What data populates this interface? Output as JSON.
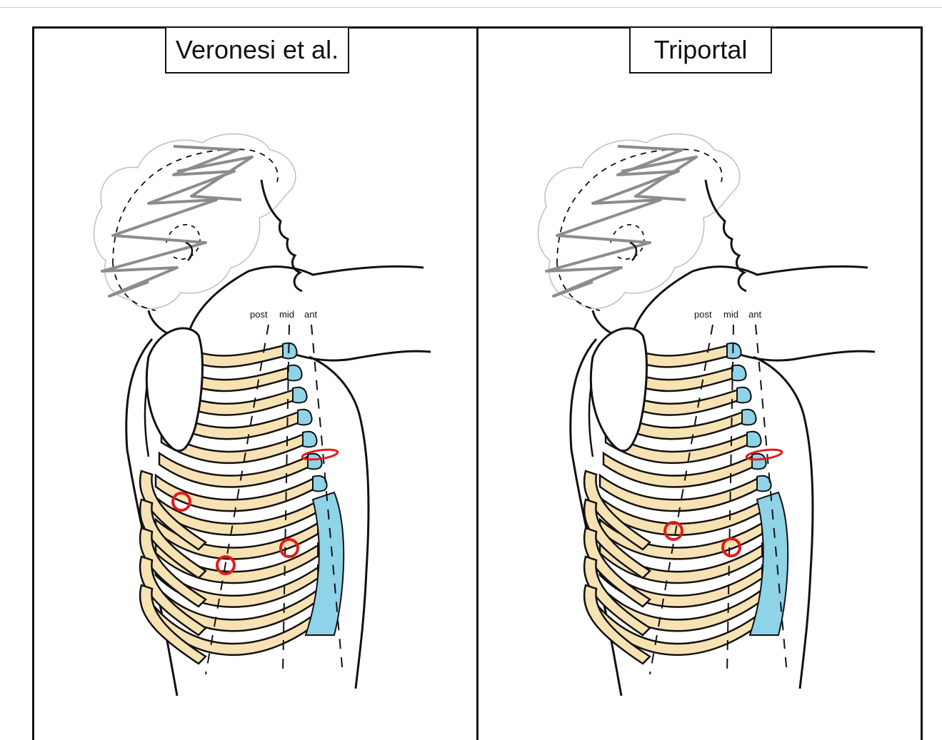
{
  "panels": [
    {
      "title": "Veronesi et al.",
      "line_labels": {
        "post": "post",
        "mid": "mid",
        "ant": "ant"
      },
      "port_count": 4
    },
    {
      "title": "Triportal",
      "line_labels": {
        "post": "post",
        "mid": "mid",
        "ant": "ant"
      },
      "port_count": 3
    }
  ],
  "colors": {
    "rib": "#f7e2b3",
    "cartilage": "#8fd3e8",
    "port": "#e51a1a",
    "outline": "#111111",
    "head_outline": "#bfbfbf",
    "zigzag": "#8c8c8c"
  }
}
